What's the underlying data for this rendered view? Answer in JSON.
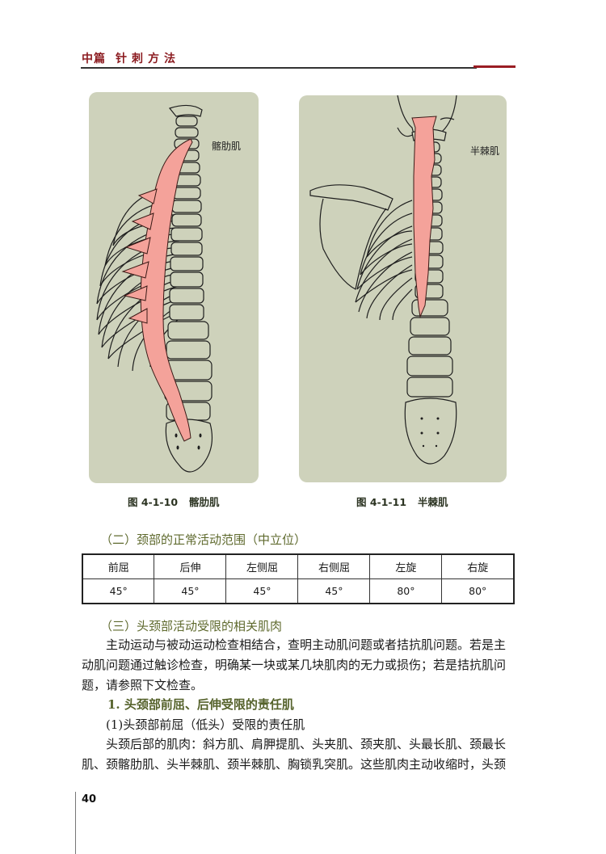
{
  "header": {
    "part": "中篇",
    "chapter": "针刺方法",
    "rule_color": "#333333",
    "accent_color": "#9a1d24"
  },
  "figures": [
    {
      "label": "髂肋肌",
      "caption_number": "图 4-1-10",
      "caption_title": "髂肋肌",
      "panel_color": "#ced2bb",
      "muscle_color": "#f4a29a"
    },
    {
      "label": "半棘肌",
      "caption_number": "图 4-1-11",
      "caption_title": "半棘肌",
      "panel_color": "#ced2bb",
      "muscle_color": "#f4a29a"
    }
  ],
  "section2": {
    "heading": "（二）颈部的正常活动范围（中立位）",
    "table": {
      "headers": [
        "前屈",
        "后伸",
        "左侧屈",
        "右侧屈",
        "左旋",
        "右旋"
      ],
      "values": [
        "45°",
        "45°",
        "45°",
        "45°",
        "80°",
        "80°"
      ]
    }
  },
  "section3": {
    "heading": "（三）头颈部活动受限的相关肌肉",
    "intro": "主动运动与被动运动检查相结合，查明主动肌问题或者拮抗肌问题。若是主动肌问题通过触诊检查，明确某一块或某几块肌肉的无力或损伤；若是拮抗肌问题，请参照下文检查。",
    "subheading1": "1. 头颈部前屈、后伸受限的责任肌",
    "subheading2": "(1)头颈部前屈（低头）受限的责任肌",
    "body": "头颈后部的肌肉：斜方肌、肩胛提肌、头夹肌、颈夹肌、头最长肌、颈最长肌、颈髂肋肌、头半棘肌、颈半棘肌、胸锁乳突肌。这些肌肉主动收缩时，头颈"
  },
  "footer": {
    "page_number": "40"
  }
}
